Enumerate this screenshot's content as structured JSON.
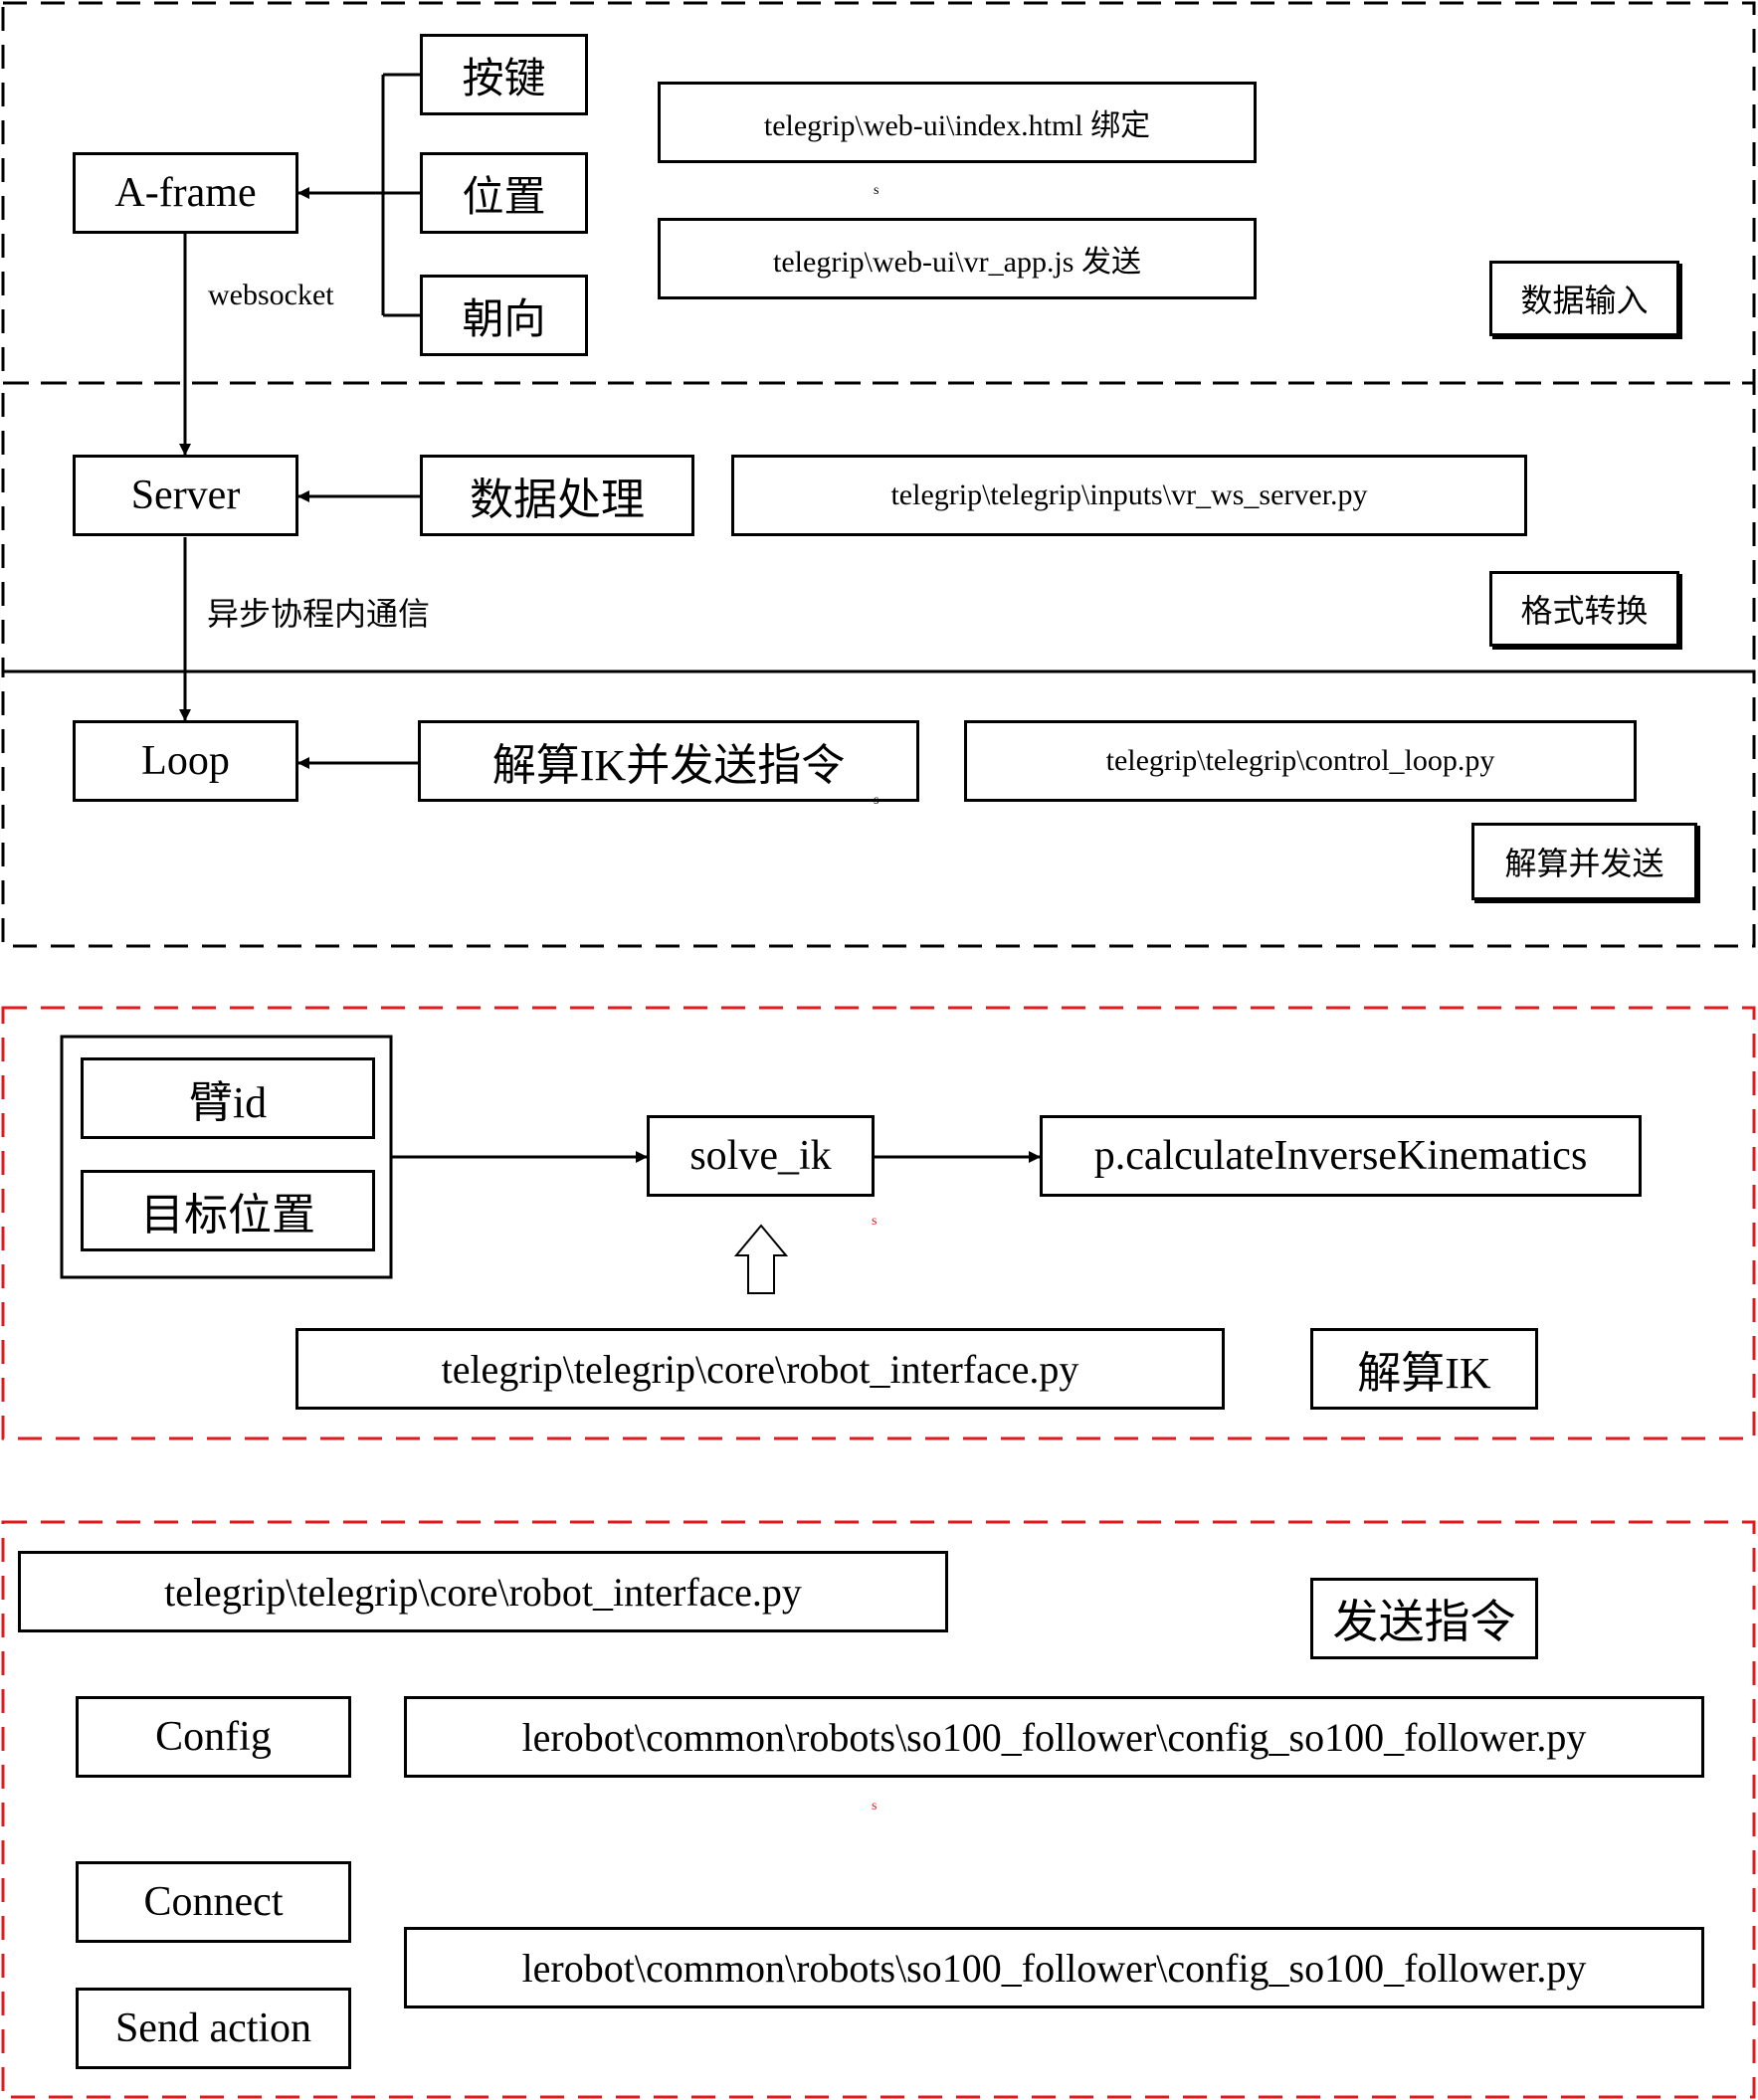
{
  "colors": {
    "black_dash": "#000000",
    "red_dash": "#e31a1c",
    "marker": "#e31a1c"
  },
  "section1": {
    "aframe": "A-frame",
    "key": "按键",
    "position": "位置",
    "orientation": "朝向",
    "file_index": "telegrip\\web-ui\\index.html 绑定",
    "file_vrapp": "telegrip\\web-ui\\vr_app.js 发送",
    "websocket": "websocket",
    "stage": "数据输入",
    "marker": "s"
  },
  "section2": {
    "server": "Server",
    "processing": "数据处理",
    "file_ws": "telegrip\\telegrip\\inputs\\vr_ws_server.py",
    "async": "异步协程内通信",
    "stage": "格式转换"
  },
  "section3": {
    "loop": "Loop",
    "solve_send": "解算IK并发送指令",
    "file_control": "telegrip\\telegrip\\control_loop.py",
    "stage": "解算并发送",
    "marker": "s"
  },
  "section4": {
    "arm_id": "臂id",
    "target_pos": "目标位置",
    "solve_ik": "solve_ik",
    "calc_ik": "p.calculateInverseKinematics",
    "file_robot": "telegrip\\telegrip\\core\\robot_interface.py",
    "stage": "解算IK",
    "marker": "s"
  },
  "section5": {
    "file_robot": "telegrip\\telegrip\\core\\robot_interface.py",
    "stage": "发送指令",
    "config": "Config",
    "file_config_1": "lerobot\\common\\robots\\so100_follower\\config_so100_follower.py",
    "connect": "Connect",
    "send_action": "Send action",
    "file_config_2": "lerobot\\common\\robots\\so100_follower\\config_so100_follower.py",
    "marker": "s"
  }
}
